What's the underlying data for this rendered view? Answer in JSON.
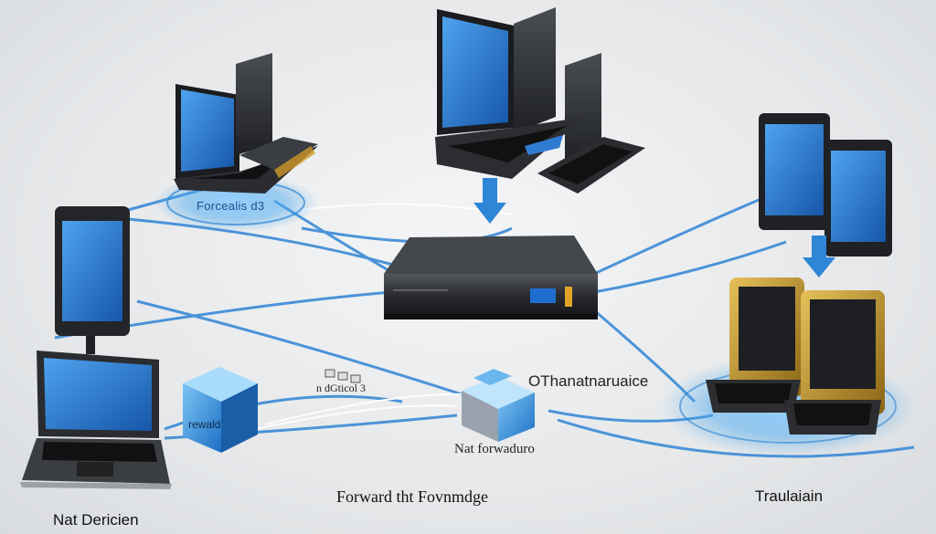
{
  "labels": {
    "laptop_top": "Forcealis d3",
    "cube_left": "rewald",
    "nat_arrow": "n dGticol 3",
    "nat_forwarding": "Nat forwaduro",
    "center_right": "OThanatnaruaice",
    "bottom_left": "Nat Dericien",
    "bottom_center": "Forward tht Fovnmdge",
    "bottom_right": "Traulaiain"
  },
  "colors": {
    "accent_blue": "#2f86d6",
    "glow_blue": "#4aa9f0",
    "device_dark": "#2a2c30",
    "screen_blue": "#1f6fd0",
    "gold_frame": "#c79a2a"
  },
  "icons": [
    "laptop-icon",
    "tablet-icon",
    "router-icon",
    "cube-icon",
    "arrow-down-icon"
  ]
}
